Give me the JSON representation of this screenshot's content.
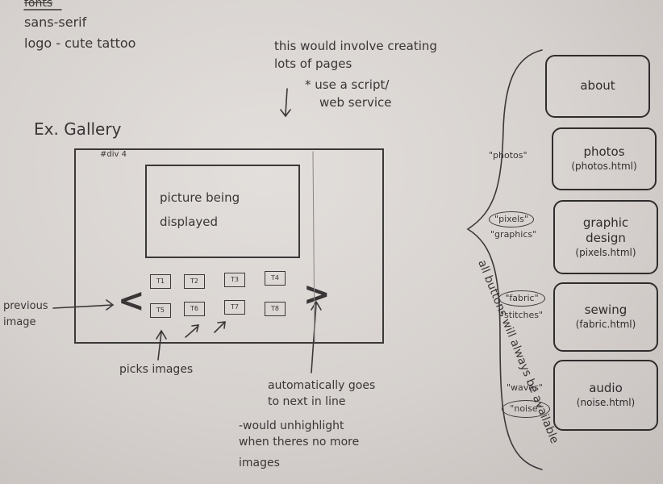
{
  "header": {
    "crossed_word": "fonts",
    "font_line": "sans-serif",
    "logo_line": "logo - cute tattoo"
  },
  "top_note": {
    "line1": "this would involve creating",
    "line2": "lots of pages",
    "line3": "* use a script/",
    "line4": "web service"
  },
  "gallery": {
    "title": "Ex. Gallery",
    "div_label": "#div 4",
    "picture_text_line1": "picture being",
    "picture_text_line2": "displayed",
    "thumbs": [
      "T1",
      "T2",
      "T3",
      "T4",
      "T5",
      "T6",
      "T7",
      "T8"
    ],
    "prev_symbol": "<",
    "next_symbol": ">"
  },
  "annotations": {
    "previous_line1": "previous",
    "previous_line2": "image",
    "picks_images": "picks images",
    "auto_line1": "automatically goes",
    "auto_line2": "to next in line",
    "unhighlight_line1": "-would unhighlight",
    "unhighlight_line2": "when theres no more",
    "unhighlight_line3": "images",
    "brace_note": "all buttons will always be available"
  },
  "nav_buttons": [
    {
      "label": "about",
      "file": ""
    },
    {
      "label": "photos",
      "file": "(photos.html)"
    },
    {
      "label": "graphic design",
      "file": "(pixels.html)"
    },
    {
      "label": "sewing",
      "file": "(fabric.html)"
    },
    {
      "label": "audio",
      "file": "(noise.html)"
    }
  ],
  "side_labels": {
    "photos_quote": "\"photos\"",
    "pixels_oval": "\"pixels\"",
    "graphics_quote": "\"graphics\"",
    "fabric_oval": "\"fabric\"",
    "stitches_quote": "\"stitches\"",
    "waves_quote": "\"waves\"",
    "noise_oval": "\"noise\""
  },
  "colors": {
    "paper": "#d6d1ce",
    "ink": "#2e2b2c"
  }
}
